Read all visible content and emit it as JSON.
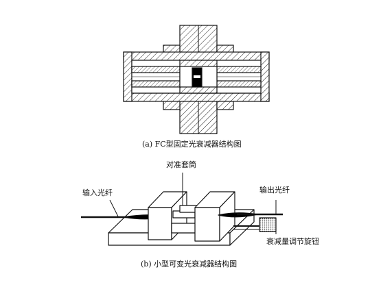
{
  "figure_a": {
    "caption": "(a)  FC型固定光衰减器结构图"
  },
  "figure_b": {
    "caption": "(b) 小型可变光衰减器结构图",
    "labels": {
      "sleeve": "对准套筒",
      "input_fiber": "输入光纤",
      "output_fiber": "输出光纤",
      "knob": "衰减量调节旋钮"
    }
  }
}
